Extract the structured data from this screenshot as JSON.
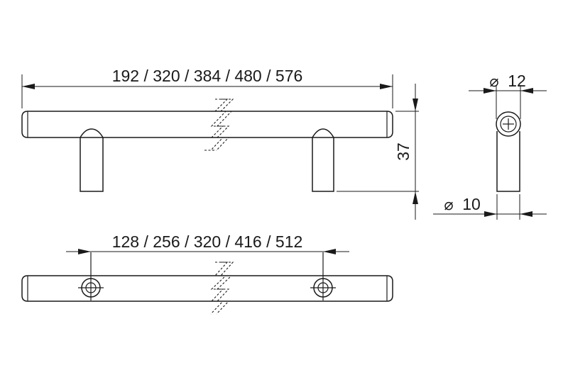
{
  "dimensions": {
    "overall_length_label": "192 / 320 / 384 / 480 / 576",
    "height_label": "37",
    "tube_diameter_symbol": "⌀",
    "tube_diameter_value": "12",
    "leg_diameter_symbol": "⌀",
    "leg_diameter_value": "10",
    "hole_spacing_label": "128 / 256 / 320 / 416 / 512"
  },
  "icons": {
    "section_break": "zigzag-break-icon",
    "mounting_hole": "screw-hole-icon"
  }
}
